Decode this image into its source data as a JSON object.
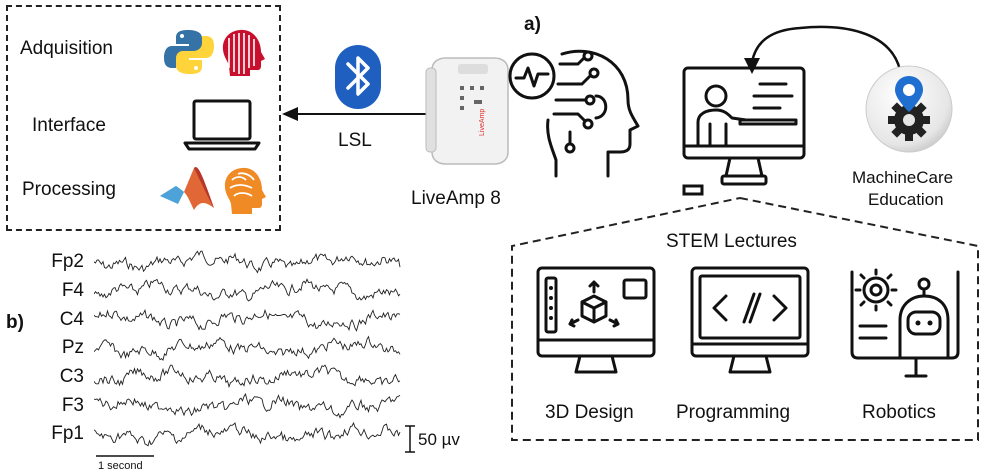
{
  "panel_a": {
    "letter": "a)",
    "software_box": {
      "items": [
        {
          "label": "Adquisition",
          "icons": [
            "python-logo-icon",
            "brain-head-icon"
          ]
        },
        {
          "label": "Interface",
          "icons": [
            "laptop-icon"
          ]
        },
        {
          "label": "Processing",
          "icons": [
            "matlab-logo-icon",
            "eeglab-head-icon"
          ]
        }
      ]
    },
    "link_label": "LSL",
    "device_label": "LiveAmp 8",
    "device_brand": "LiveAmp",
    "platform_label_line1": "MachineCare",
    "platform_label_line2": "Education",
    "lectures_title": "STEM Lectures",
    "lectures": [
      "3D Design",
      "Programming",
      "Robotics"
    ]
  },
  "panel_b": {
    "letter": "b)",
    "channels": [
      "Fp2",
      "F4",
      "C4",
      "Pz",
      "C3",
      "F3",
      "Fp1"
    ],
    "amplitude_scale": "50 µv",
    "time_scale": "1 second"
  },
  "colors": {
    "bluetooth": "#1f5fbf",
    "python_blue": "#3572a5",
    "python_yellow": "#ffd43b",
    "brain_red": "#c8102e",
    "matlab_orange": "#e16737",
    "eeglab_orange": "#f08a24",
    "pin_blue": "#1f6fd1"
  }
}
